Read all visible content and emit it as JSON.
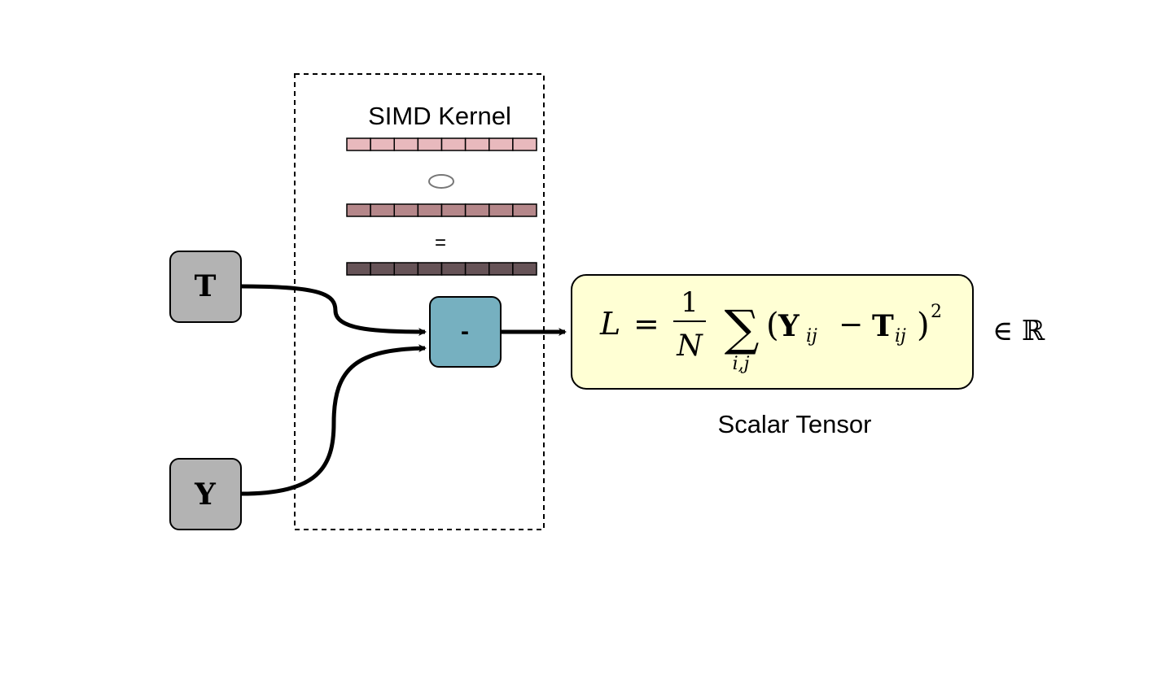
{
  "kernel": {
    "title": "SIMD Kernel",
    "lanes": 8,
    "vectors": [
      {
        "name": "vector-a",
        "color": "#e8b9bd"
      },
      {
        "name": "vector-b",
        "color": "#b5878a"
      },
      {
        "name": "vector-c",
        "color": "#665357"
      }
    ],
    "operator_hadamard": "○",
    "operator_equals": "="
  },
  "inputs": {
    "t_label": "T",
    "y_label": "Y",
    "color": "#b3b3b3"
  },
  "op_node": {
    "label": "-",
    "color": "#76b0c0"
  },
  "output": {
    "color": "#ffffd4",
    "formula": {
      "lhs": "L",
      "eq": "=",
      "numerator": "1",
      "denominator": "N",
      "sum": "∑",
      "sum_index": "i,j",
      "open_paren": "(",
      "y_symbol": "Y",
      "y_sub": "ij",
      "minus": "−",
      "t_symbol": "T",
      "t_sub": "ij",
      "close_paren": ")",
      "power": "2"
    },
    "membership": "∈ ℝ",
    "caption": "Scalar Tensor"
  }
}
